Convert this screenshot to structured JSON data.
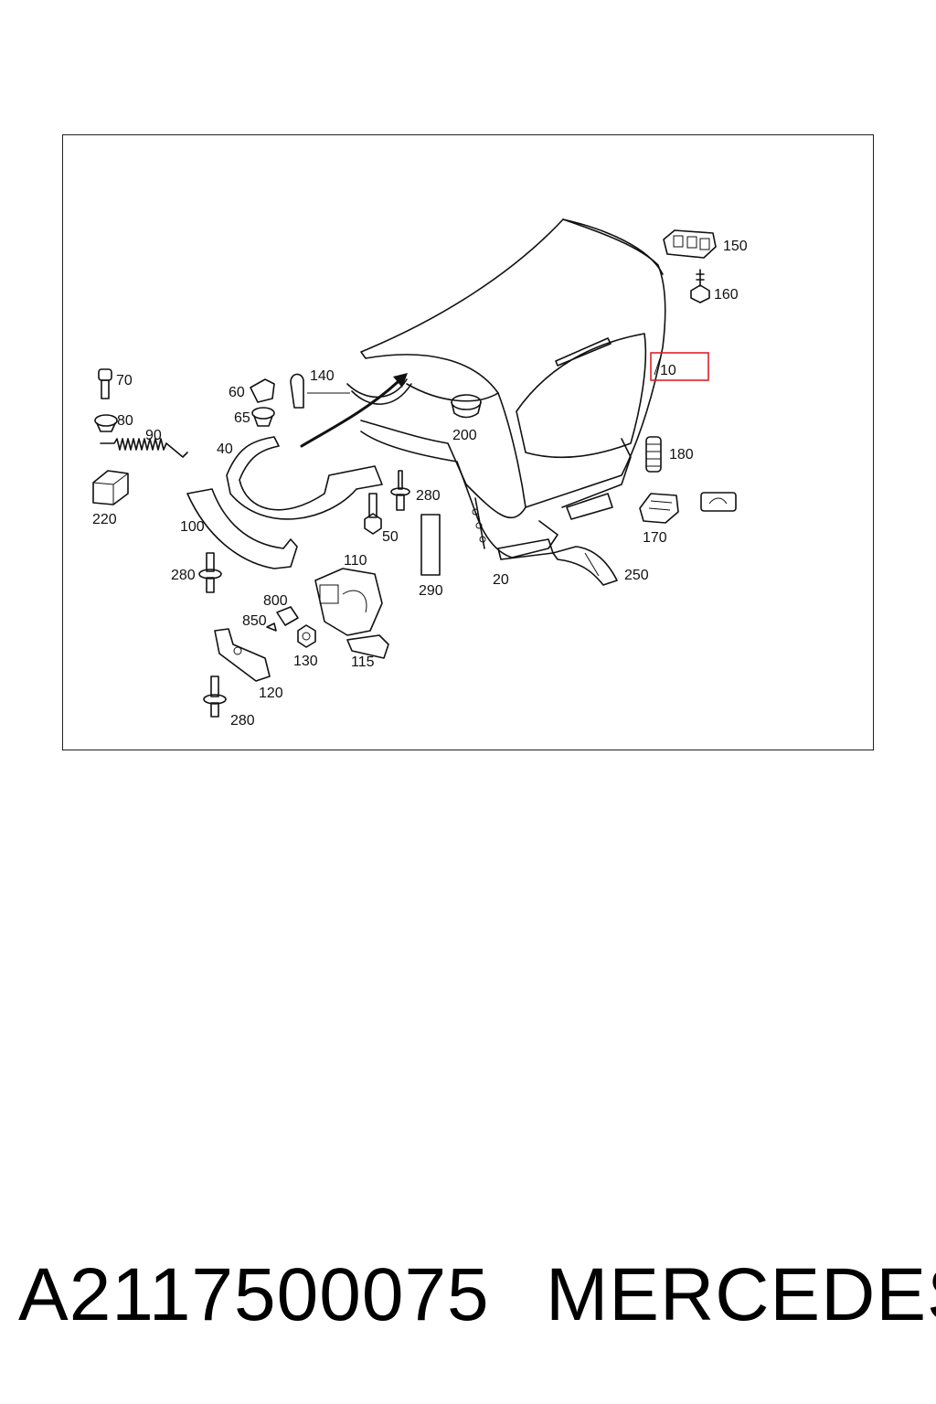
{
  "diagram": {
    "callouts": {
      "c10": "10",
      "c20": "20",
      "c40": "40",
      "c50": "50",
      "c60": "60",
      "c65": "65",
      "c70": "70",
      "c80": "80",
      "c90": "90",
      "c100": "100",
      "c110": "110",
      "c115": "115",
      "c120": "120",
      "c130": "130",
      "c140": "140",
      "c150": "150",
      "c160": "160",
      "c170": "170",
      "c180": "180",
      "c200": "200",
      "c220": "220",
      "c250": "250",
      "c280a": "280",
      "c280b": "280",
      "c280c": "280",
      "c290": "290",
      "c800": "800",
      "c850": "850"
    },
    "highlight_color": "#e0202a",
    "highlighted_callout": "10"
  },
  "footer": {
    "part_number": "A2117500075",
    "brand": "MERCEDES"
  }
}
